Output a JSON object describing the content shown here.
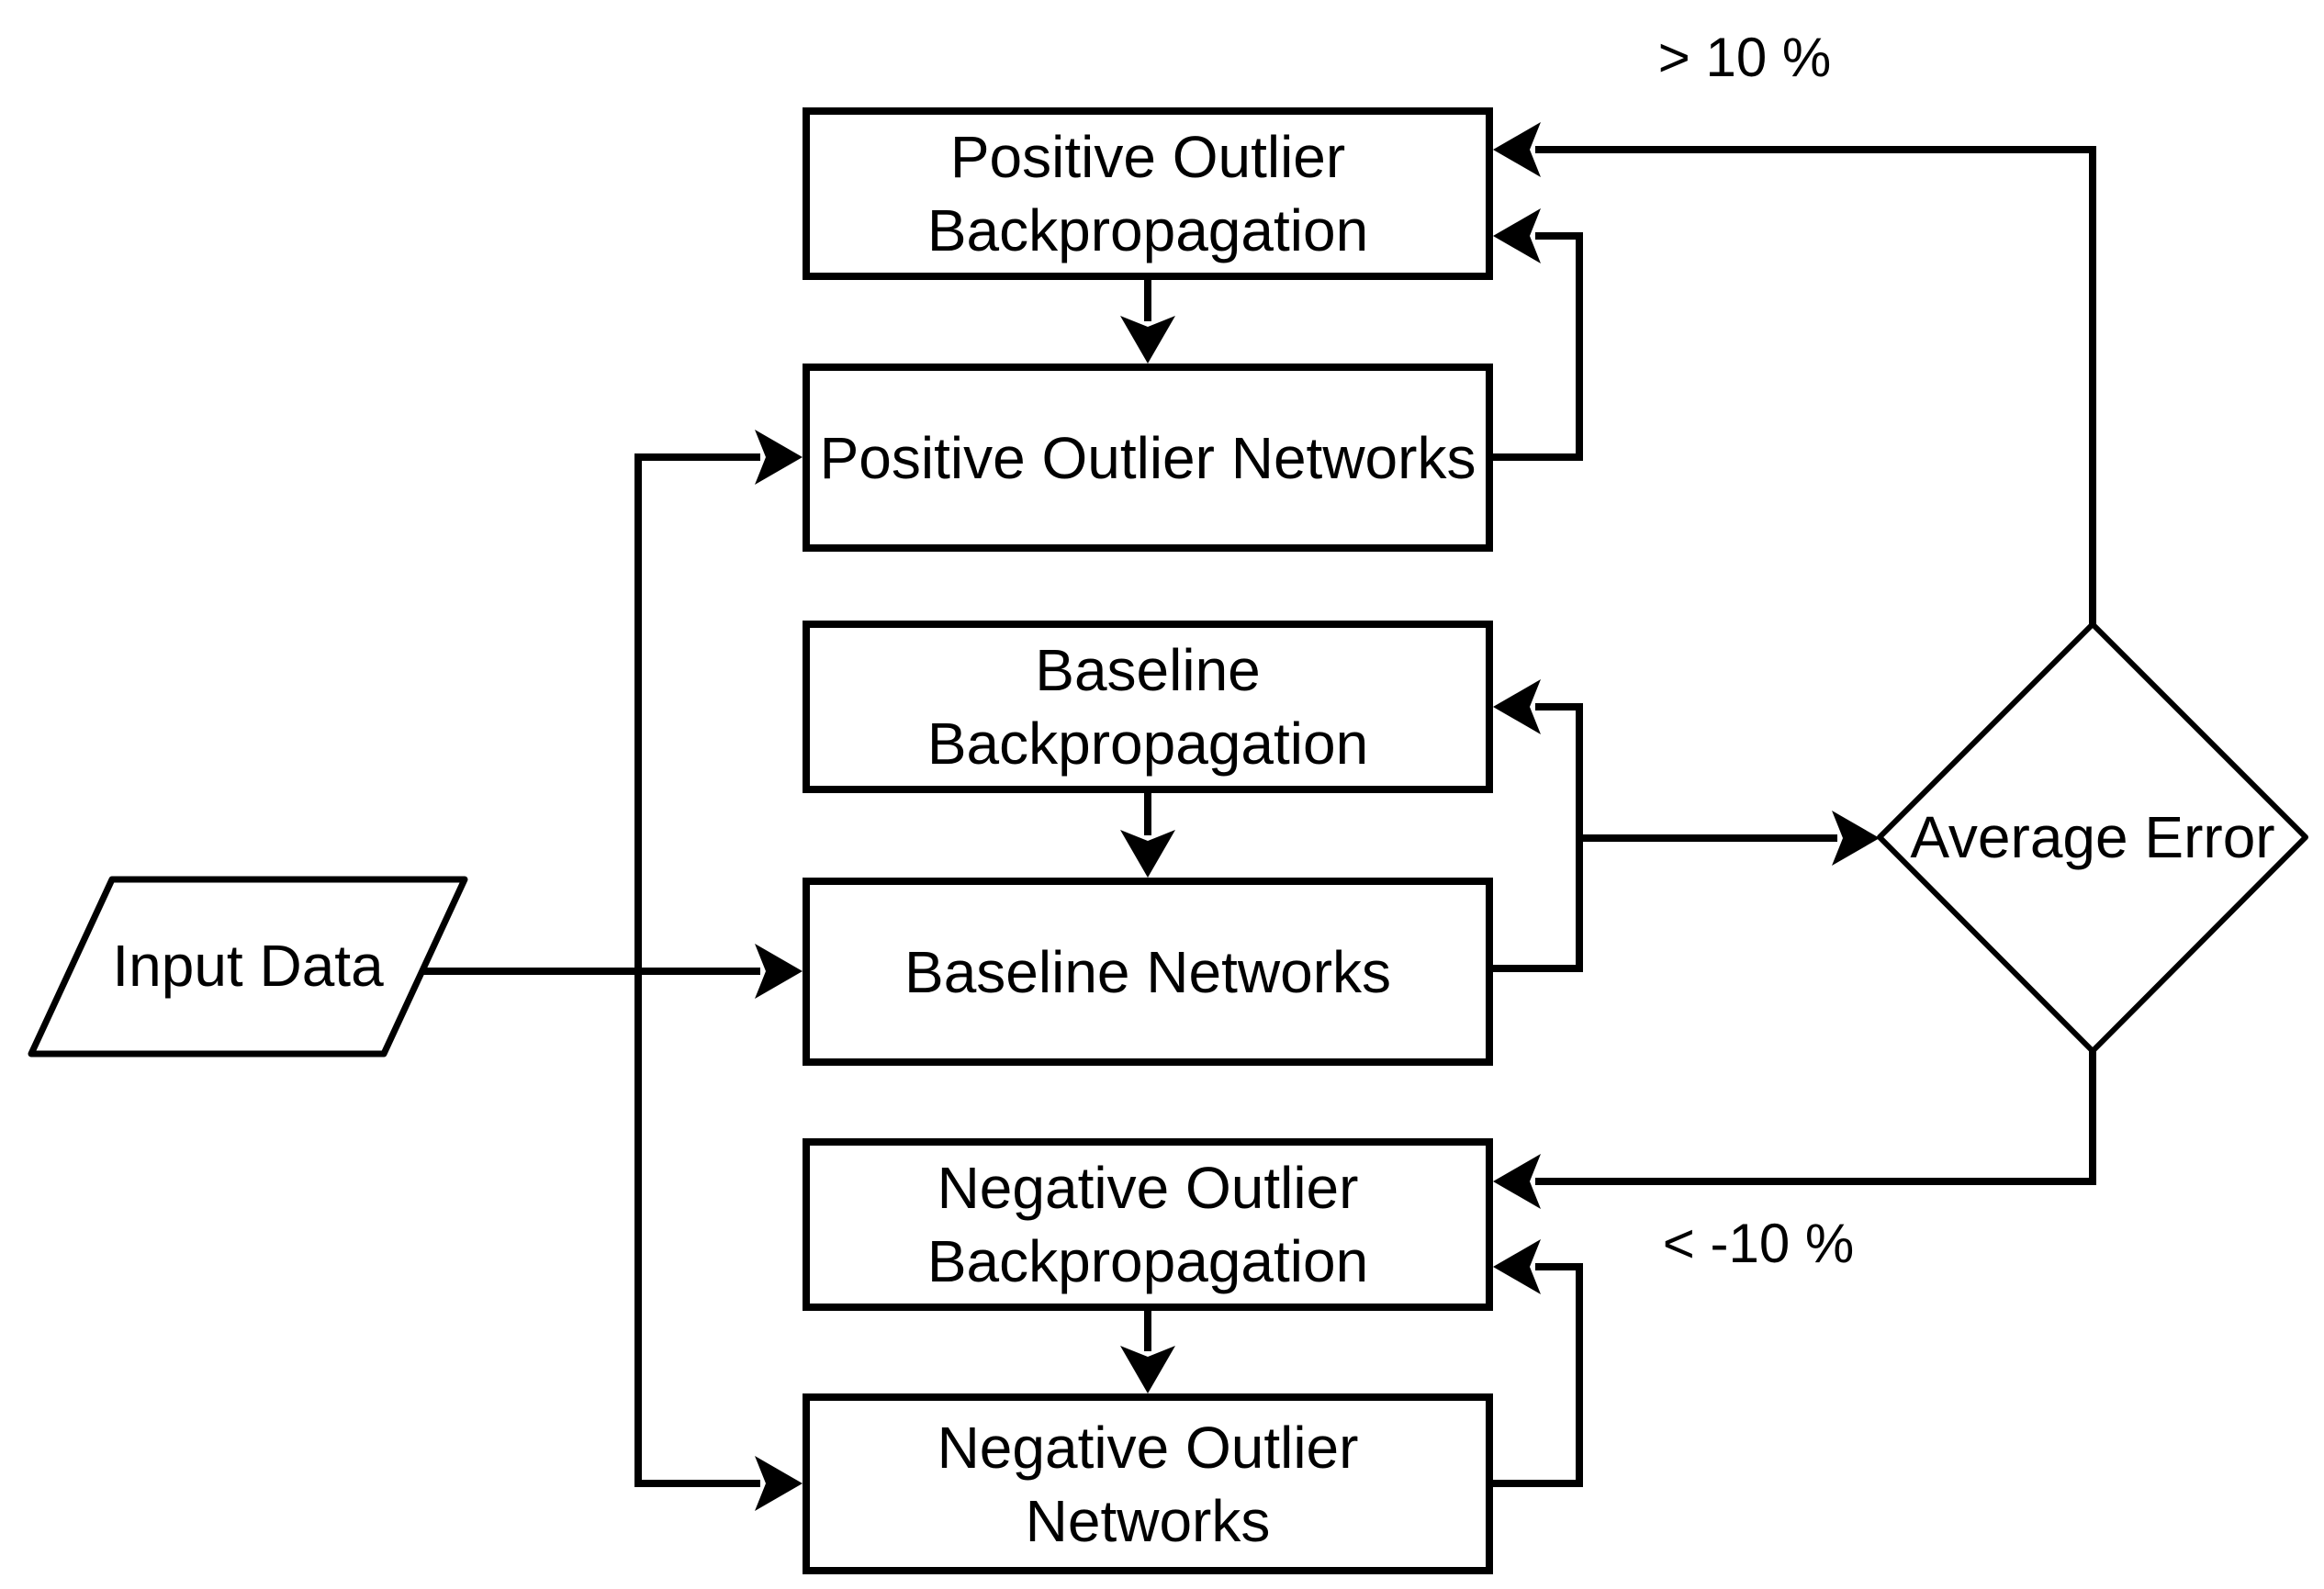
{
  "canvas": {
    "background_color": "#ffffff",
    "line_color": "#000000",
    "text_color": "#000000"
  },
  "nodes": {
    "positive_outlier_backpropagation": "Positive Outlier\nBackpropagation",
    "positive_outlier_networks": "Positive Outlier Networks",
    "baseline_backpropagation": "Baseline Backpropagation",
    "baseline_networks": "Baseline Networks",
    "negative_outlier_backpropagation": "Negative Outlier\nBackpropagation",
    "negative_outlier_networks": "Negative Outlier Networks",
    "input_data": "Input Data",
    "average_error": "Average Error"
  },
  "edge_labels": {
    "positive_threshold": "> 10 %",
    "negative_threshold": "< -10 %"
  }
}
